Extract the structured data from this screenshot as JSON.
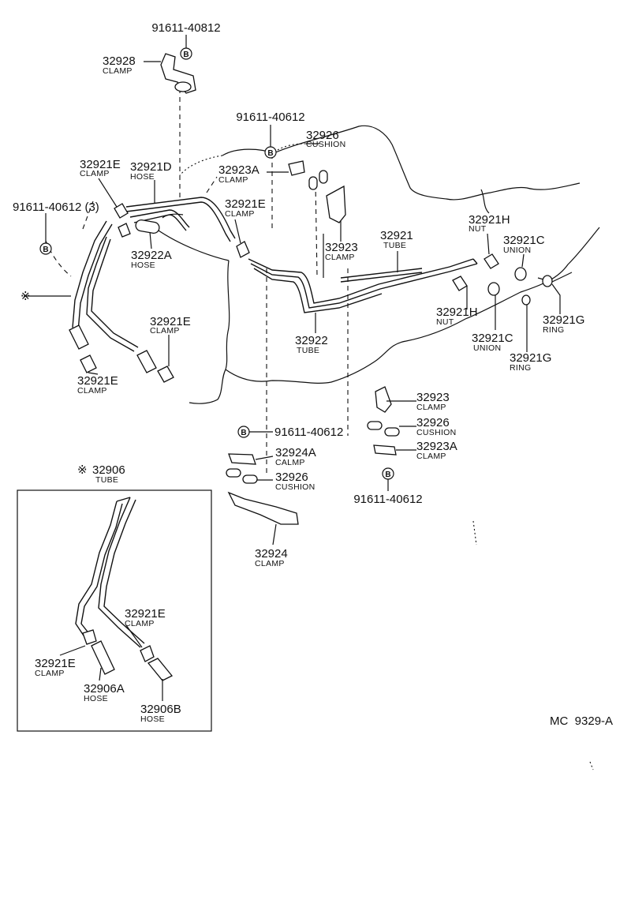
{
  "parts": {
    "bolt_top": {
      "number": "91611-40812",
      "symbol": "B"
    },
    "clamp_32928": {
      "number": "32928",
      "name": "CLAMP"
    },
    "bolt_cushion": {
      "number": "91611-40612",
      "symbol": "B"
    },
    "cushion_32926_top": {
      "number": "32926",
      "name": "CUSHION"
    },
    "clamp_32921E_a": {
      "number": "32921E",
      "name": "CLAMP"
    },
    "hose_32921D": {
      "number": "32921D",
      "name": "HOSE"
    },
    "clamp_32923A_top": {
      "number": "32923A",
      "name": "CLAMP"
    },
    "bolt_left": {
      "number": "91611-40612 (3)",
      "symbol": "B"
    },
    "clamp_32921E_b": {
      "number": "32921E",
      "name": "CLAMP"
    },
    "hose_32922A": {
      "number": "32922A",
      "name": "HOSE"
    },
    "clamp_32923_top": {
      "number": "32923",
      "name": "CLAMP"
    },
    "tube_32921": {
      "number": "32921",
      "name": "TUBE"
    },
    "nut_32921H_top": {
      "number": "32921H",
      "name": "NUT"
    },
    "union_32921C_top": {
      "number": "32921C",
      "name": "UNION"
    },
    "nut_32921H_mid": {
      "number": "32921H",
      "name": "NUT"
    },
    "union_32921C_mid": {
      "number": "32921C",
      "name": "UNION"
    },
    "ring_32921G_a": {
      "number": "32921G",
      "name": "RING"
    },
    "ring_32921G_b": {
      "number": "32921G",
      "name": "RING"
    },
    "tube_32922": {
      "number": "32922",
      "name": "TUBE"
    },
    "clamp_32921E_c": {
      "number": "32921E",
      "name": "CLAMP"
    },
    "clamp_32921E_d": {
      "number": "32921E",
      "name": "CLAMP"
    },
    "clamp_32923_right": {
      "number": "32923",
      "name": "CLAMP"
    },
    "cushion_32926_right": {
      "number": "32926",
      "name": "CUSHION"
    },
    "clamp_32923A_right": {
      "number": "32923A",
      "name": "CLAMP"
    },
    "bolt_right": {
      "number": "91611-40612",
      "symbol": "B"
    },
    "bolt_center": {
      "number": "91611-40612",
      "symbol": "B"
    },
    "clamp_32924A": {
      "number": "32924A",
      "name": "CALMP"
    },
    "cushion_32926_center": {
      "number": "32926",
      "name": "CUSHION"
    },
    "clamp_32924": {
      "number": "32924",
      "name": "CLAMP"
    }
  },
  "inset": {
    "symbol": "※",
    "tube_32906": {
      "number": "32906",
      "name": "TUBE"
    },
    "clamp_32921E_a": {
      "number": "32921E",
      "name": "CLAMP"
    },
    "clamp_32921E_b": {
      "number": "32921E",
      "name": "CLAMP"
    },
    "hose_32906A": {
      "number": "32906A",
      "name": "HOSE"
    },
    "hose_32906B": {
      "number": "32906B",
      "name": "HOSE"
    }
  },
  "side_marker": "※",
  "drawing_code": "MC  9329-A"
}
